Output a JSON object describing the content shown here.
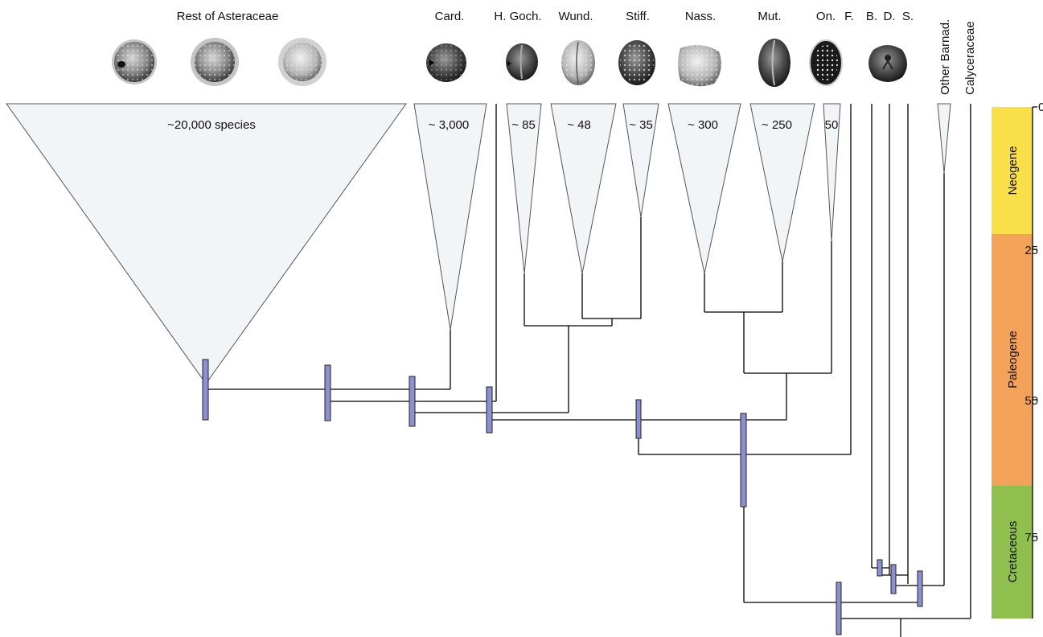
{
  "top_labels": {
    "rest": "Rest of Asteraceae",
    "card": "Card.",
    "hgoch": "H. Goch.",
    "wund": "Wund.",
    "stiff": "Stiff.",
    "nass": "Nass.",
    "mut": "Mut.",
    "on": "On.",
    "f": "F.",
    "b": "B.",
    "d": "D.",
    "s": "S.",
    "other_barnad": "Other Barnad.",
    "calyceraceae": "Calyceraceae"
  },
  "species_counts": {
    "rest": "~20,000 species",
    "card": "~ 3,000",
    "hgoch": "~ 85",
    "wund": "~ 48",
    "stiff": "~ 35",
    "nass": "~ 300",
    "mut": "~ 250",
    "onf": "50"
  },
  "timescale": {
    "periods": [
      {
        "name": "Neogene",
        "color": "#f9e04b"
      },
      {
        "name": "Paleogene",
        "color": "#f4a15a"
      },
      {
        "name": "Cretaceous",
        "color": "#8fbf4e"
      }
    ],
    "ticks": [
      "0",
      "25",
      "50",
      "75"
    ]
  },
  "pollen_images": [
    {
      "name": "pollen-rest-1-icon"
    },
    {
      "name": "pollen-rest-2-icon"
    },
    {
      "name": "pollen-rest-3-icon"
    },
    {
      "name": "pollen-card-icon"
    },
    {
      "name": "pollen-hgoch-icon"
    },
    {
      "name": "pollen-wund-icon"
    },
    {
      "name": "pollen-stiff-icon"
    },
    {
      "name": "pollen-nass-icon"
    },
    {
      "name": "pollen-mut-icon"
    },
    {
      "name": "pollen-on-icon"
    },
    {
      "name": "pollen-bds-icon"
    }
  ]
}
